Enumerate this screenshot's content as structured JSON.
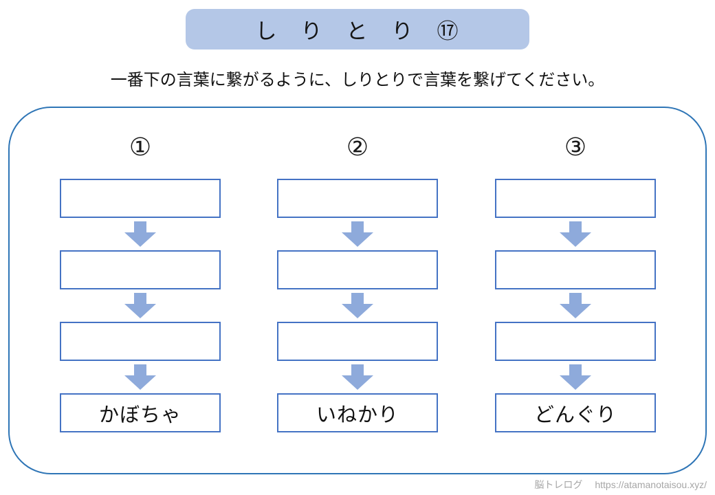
{
  "title": {
    "text": "し　り　と　り　⑰"
  },
  "instruction": "一番下の言葉に繋がるように、しりとりで言葉を繋げてください。",
  "columns": [
    {
      "label": "①",
      "answers": [
        "",
        "",
        ""
      ],
      "final_word": "かぼちゃ"
    },
    {
      "label": "②",
      "answers": [
        "",
        "",
        ""
      ],
      "final_word": "いねかり"
    },
    {
      "label": "③",
      "answers": [
        "",
        "",
        ""
      ],
      "final_word": "どんぐり"
    }
  ],
  "footer": {
    "site_name": "脳トレログ",
    "url": "https://atamanotaisou.xyz/"
  },
  "colors": {
    "banner_bg": "#b4c7e7",
    "box_border": "#4472c4",
    "arrow_fill": "#8eaadb",
    "panel_border": "#2e75b6",
    "watermark_text": "#a6a6a6",
    "text": "#1a1a1a"
  }
}
